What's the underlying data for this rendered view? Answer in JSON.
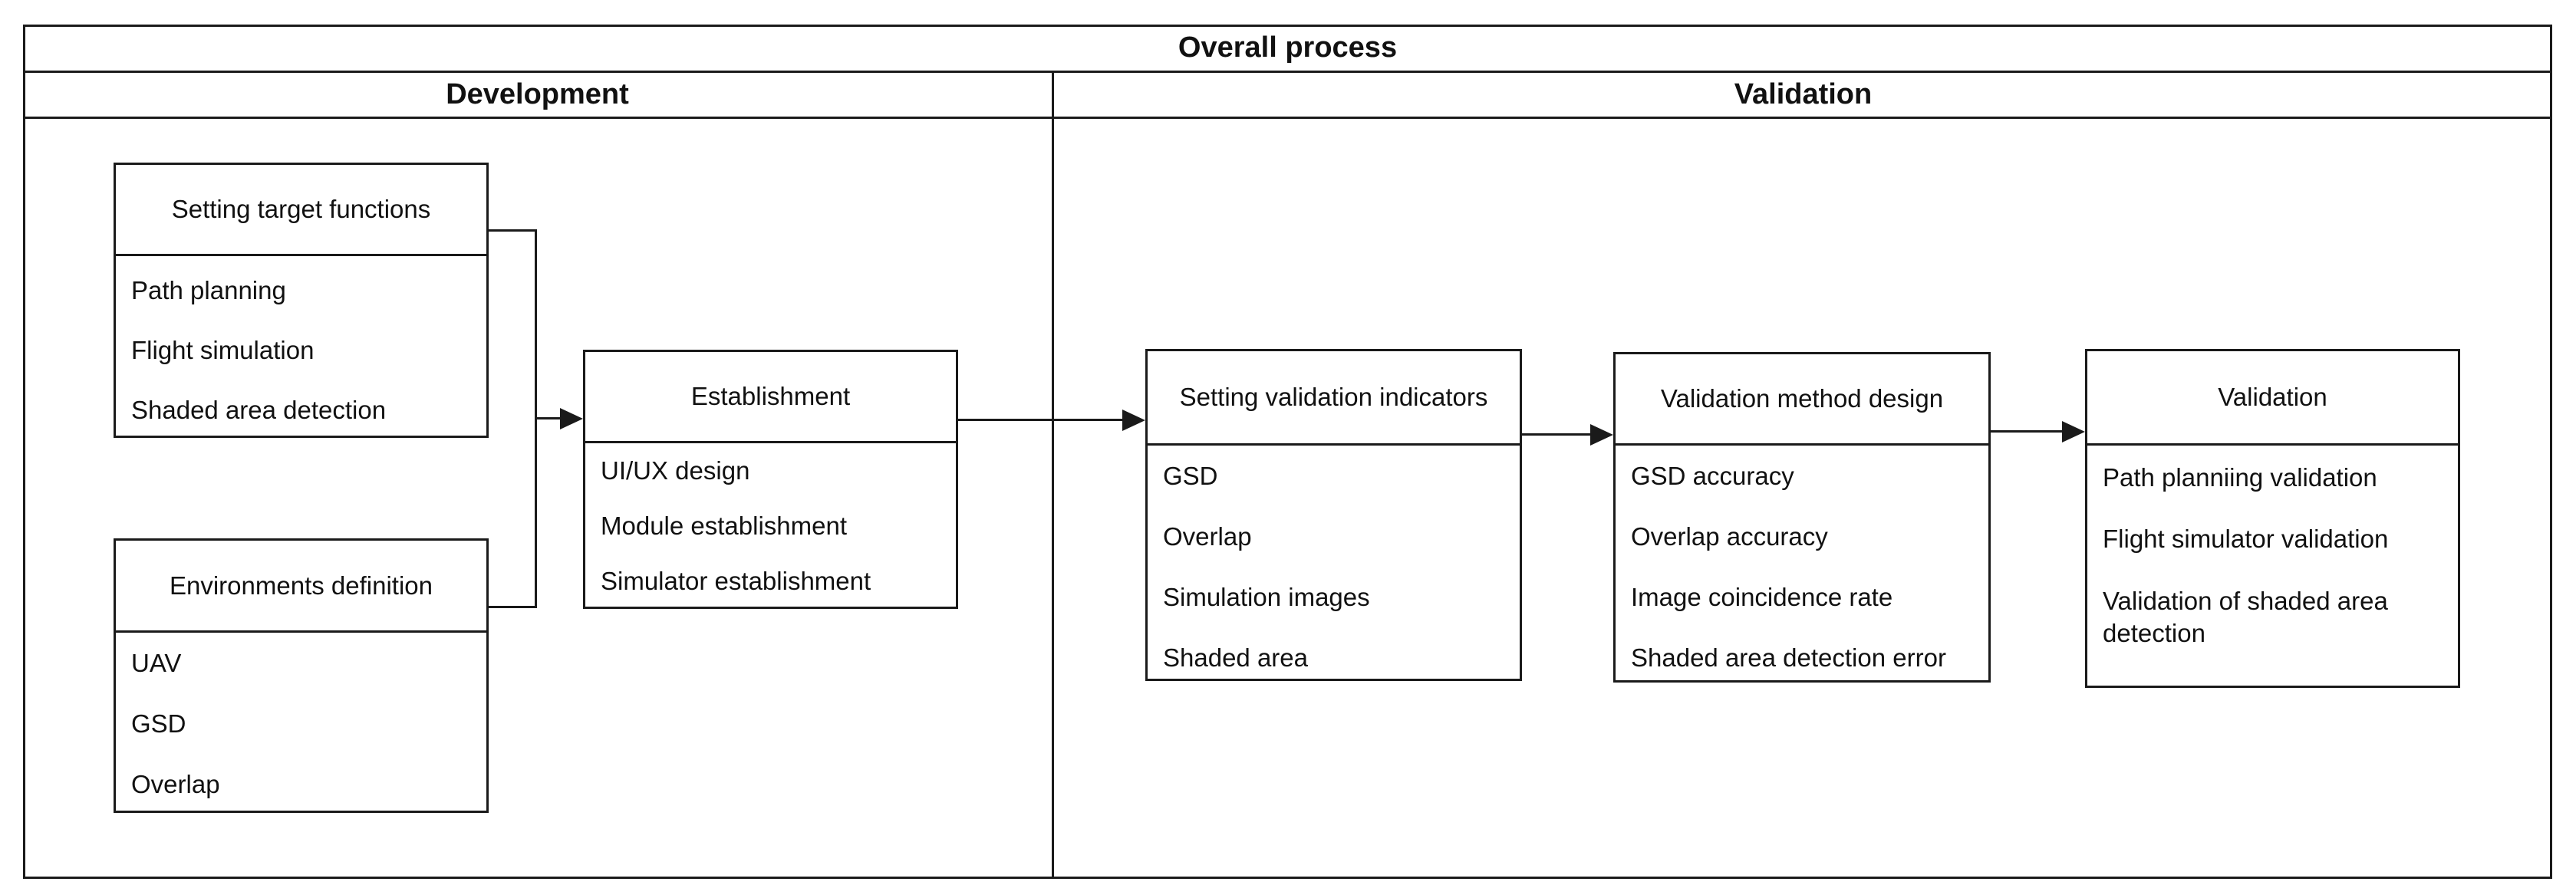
{
  "diagram": {
    "title": "Overall process",
    "sections": {
      "development": {
        "label": "Development"
      },
      "validation": {
        "label": "Validation"
      }
    },
    "boxes": [
      {
        "id": "setting-target-functions",
        "title": "Setting target functions",
        "items": [
          "Path planning",
          "Flight simulation",
          "Shaded area detection"
        ]
      },
      {
        "id": "environments-definition",
        "title": "Environments definition",
        "items": [
          "UAV",
          "GSD",
          "Overlap"
        ]
      },
      {
        "id": "establishment",
        "title": "Establishment",
        "items": [
          "UI/UX design",
          "Module establishment",
          "Simulator establishment"
        ]
      },
      {
        "id": "setting-validation-indicators",
        "title": "Setting validation indicators",
        "items": [
          "GSD",
          "Overlap",
          "Simulation images",
          "Shaded area"
        ]
      },
      {
        "id": "validation-method-design",
        "title": "Validation method design",
        "items": [
          "GSD accuracy",
          "Overlap accuracy",
          "Image coincidence rate",
          "Shaded area detection error"
        ]
      },
      {
        "id": "validation",
        "title": "Validation",
        "items": [
          "Path planniing validation",
          "Flight simulator validation",
          "Validation of shaded area detection"
        ]
      }
    ],
    "colors": {
      "line": "#1a1a1a",
      "text": "#111111",
      "background": "#ffffff"
    }
  }
}
